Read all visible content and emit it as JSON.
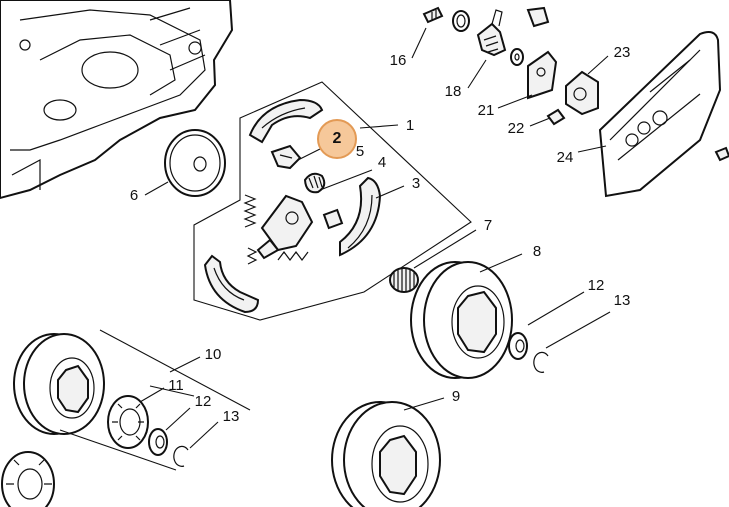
{
  "diagram": {
    "highlighted_callout": "2",
    "highlight_color": "#f6c89a",
    "callouts": {
      "c1": "1",
      "c2": "2",
      "c3": "3",
      "c4": "4",
      "c5": "5",
      "c6": "6",
      "c7": "7",
      "c8": "8",
      "c9": "9",
      "c10": "10",
      "c11": "11",
      "c12a": "12",
      "c13a": "13",
      "c12b": "12",
      "c13b": "13",
      "c16": "16",
      "c18": "18",
      "c21": "21",
      "c22": "22",
      "c23": "23",
      "c24": "24"
    }
  }
}
